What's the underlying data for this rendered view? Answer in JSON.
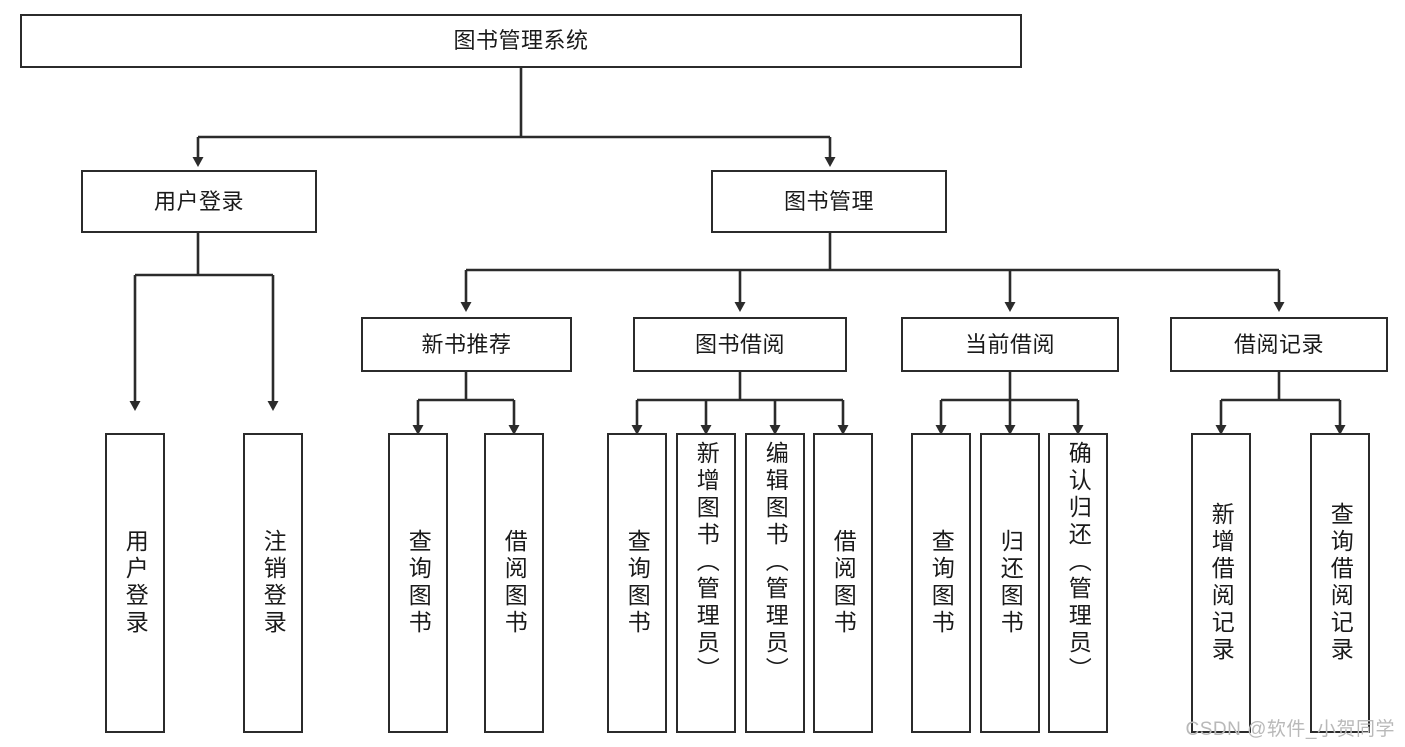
{
  "diagram": {
    "title": "图书管理系统",
    "type": "tree-hierarchy-diagram",
    "watermark": "CSDN @软件_小贺同学",
    "colors": {
      "stroke": "#2b2b2b",
      "fill": "#ffffff",
      "text": "#1a1a1a",
      "watermark": "#b9b9b9"
    },
    "nodes": {
      "root": {
        "label": "图书管理系统"
      },
      "level2": [
        {
          "id": "user-login",
          "label": "用户登录"
        },
        {
          "id": "book-management",
          "label": "图书管理"
        }
      ],
      "level3": [
        {
          "id": "new-book-recommend",
          "label": "新书推荐"
        },
        {
          "id": "book-borrow",
          "label": "图书借阅"
        },
        {
          "id": "current-borrow",
          "label": "当前借阅"
        },
        {
          "id": "borrow-record",
          "label": "借阅记录"
        }
      ],
      "leaves": {
        "user-login": [
          {
            "id": "leaf-user-login",
            "label": "用户登录"
          },
          {
            "id": "leaf-logout",
            "label": "注销登录"
          }
        ],
        "new-book-recommend": [
          {
            "id": "leaf-query-book-1",
            "label": "查询图书"
          },
          {
            "id": "leaf-borrow-book-1",
            "label": "借阅图书"
          }
        ],
        "book-borrow": [
          {
            "id": "leaf-query-book-2",
            "label": "查询图书"
          },
          {
            "id": "leaf-add-book",
            "label": "新增图书（管理员）"
          },
          {
            "id": "leaf-edit-book",
            "label": "编辑图书（管理员）"
          },
          {
            "id": "leaf-borrow-book-2",
            "label": "借阅图书"
          }
        ],
        "current-borrow": [
          {
            "id": "leaf-query-book-3",
            "label": "查询图书"
          },
          {
            "id": "leaf-return-book",
            "label": "归还图书"
          },
          {
            "id": "leaf-confirm-return",
            "label": "确认归还（管理员）"
          }
        ],
        "borrow-record": [
          {
            "id": "leaf-add-record",
            "label": "新增借阅记录"
          },
          {
            "id": "leaf-query-record",
            "label": "查询借阅记录"
          }
        ]
      }
    }
  }
}
